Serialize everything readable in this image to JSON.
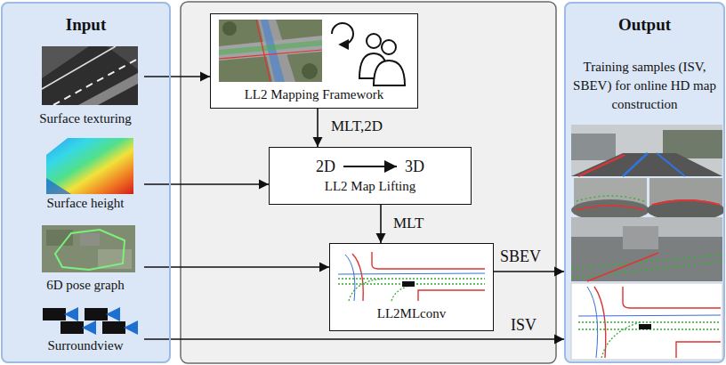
{
  "diagram": {
    "nodes": [
      {
        "text": [
          "Input"
        ]
      },
      {
        "text": [
          "Surface texturing"
        ],
        "in": 0
      },
      {
        "text": [
          "Surface height"
        ],
        "in": 0
      },
      {
        "text": [
          "6D pose graph"
        ],
        "in": 0
      },
      {
        "text": [
          "Surroundview"
        ],
        "in": 0
      },
      {
        "text": [
          "LL2 Mapping Framework"
        ]
      },
      {
        "text": [
          "2D",
          "3D",
          "LL2 Map Lifting"
        ]
      },
      {
        "text": [
          "LL2MLconv"
        ]
      },
      {
        "text": [
          "Output",
          "Training samples (ISV, SBEV) for online HD map construction"
        ]
      }
    ],
    "edges": [
      {
        "from": 1,
        "to": 5,
        "arrow": "to"
      },
      {
        "from": 5,
        "to": 6,
        "label": "MLT,2D",
        "arrow": "to"
      },
      {
        "from": 2,
        "to": 6,
        "arrow": "to"
      },
      {
        "from": 6,
        "to": 7,
        "label": "MLT",
        "arrow": "to"
      },
      {
        "from": 3,
        "to": 7,
        "arrow": "to"
      },
      {
        "from": 7,
        "to": 8,
        "label": "SBEV",
        "arrow": "to"
      },
      {
        "from": 4,
        "to": 8,
        "label": "ISV",
        "arrow": "to"
      }
    ]
  }
}
